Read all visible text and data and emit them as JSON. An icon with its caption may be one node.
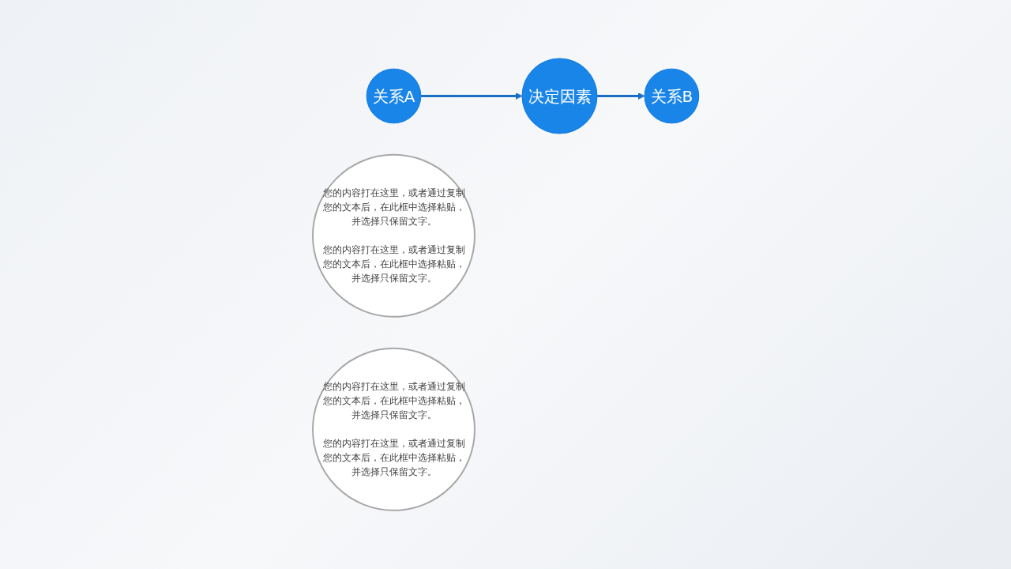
{
  "diagram": {
    "nodes": [
      {
        "text": [
          "关系A"
        ]
      },
      {
        "text": [
          "您的内容打在这里，或者通过复制您的文本后，在此框中选择粘贴，并选择只保留文字。",
          "您的内容打在这里，或者通过复制您的文本后，在此框中选择粘贴，并选择只保留文字。"
        ]
      },
      {
        "text": [
          "决定因素"
        ]
      },
      {
        "text": [
          "您的内容打在这里，或者通过复制您的文本后，在此框中选择粘贴，并选择只保留文字。",
          "您的内容打在这里，或者通过复制您的文本后，在此框中选择粘贴，并选择只保留文字。"
        ]
      },
      {
        "text": [
          "关系B"
        ]
      }
    ],
    "edges": [
      {
        "from": 0,
        "to": 2,
        "arrow": "to"
      },
      {
        "from": 2,
        "to": 4,
        "arrow": "to"
      }
    ]
  }
}
